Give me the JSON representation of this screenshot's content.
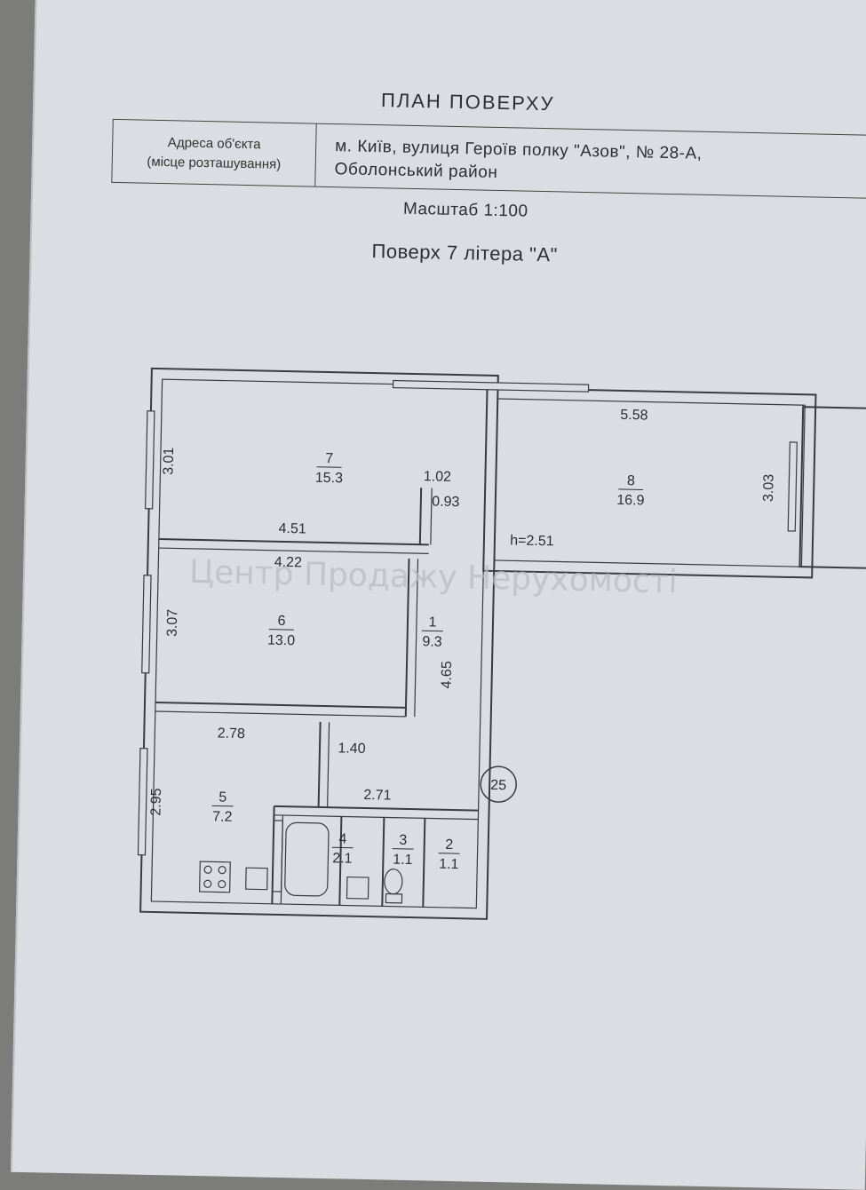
{
  "document": {
    "title": "ПЛАН ПОВЕРХУ",
    "address_label_line1": "Адреса об'єкта",
    "address_label_line2": "(місце розташування)",
    "address_line1": "м. Київ, вулиця Героїв полку \"Азов\", № 28-А,",
    "address_line2": "Оболонський район",
    "scale": "Масштаб 1:100",
    "floor": "Поверх 7 літера \"А\""
  },
  "plan": {
    "rooms": [
      {
        "number": "7",
        "area": "15.3"
      },
      {
        "number": "8",
        "area": "16.9"
      },
      {
        "number": "6",
        "area": "13.0"
      },
      {
        "number": "1",
        "area": "9.3"
      },
      {
        "number": "5",
        "area": "7.2"
      },
      {
        "number": "4",
        "area": "2.1"
      },
      {
        "number": "3",
        "area": "1.1"
      },
      {
        "number": "2",
        "area": "1.1"
      }
    ],
    "dimensions": {
      "r7_height": "3.01",
      "r7_width": "4.51",
      "niche_width": "1.02",
      "niche_depth": "0.93",
      "r8_width": "5.58",
      "r8_height": "3.03",
      "ceiling_height": "h=2.51",
      "r6_width": "4.22",
      "r6_height": "3.07",
      "r1_length": "4.65",
      "r5_width": "2.78",
      "r5_height": "2.95",
      "hall_width": "1.40",
      "wet_width": "2.71"
    },
    "apartment_number": "25"
  },
  "watermark": "Центр Продажу Нерухомості",
  "colors": {
    "paper": "#dcdde2",
    "line": "#3a3a40",
    "text": "#2e2e33"
  }
}
